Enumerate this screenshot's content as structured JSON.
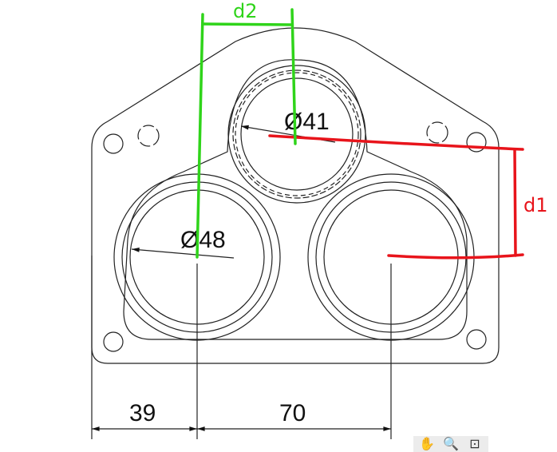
{
  "drawing": {
    "dim_left": "39",
    "dim_right": "70",
    "dia_top": "Ø41",
    "dia_left": "Ø48"
  },
  "annotations": {
    "red_label": "d1",
    "green_label": "d2",
    "red_color": "#e8141b",
    "green_color": "#2fd41a"
  },
  "toolbar": {
    "tools": [
      "pan-tool",
      "zoom-tool",
      "zoom-extents-tool"
    ]
  }
}
